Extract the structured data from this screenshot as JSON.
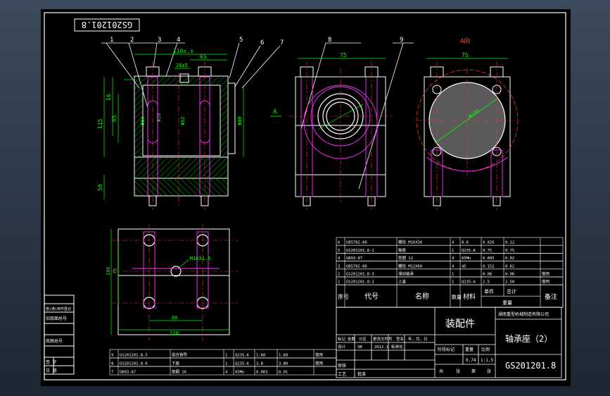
{
  "drawing_number_box": "GS201201.8",
  "part_balloons": [
    "1",
    "2",
    "3",
    "4",
    "5",
    "6",
    "7"
  ],
  "front_view": {
    "dim_top_total": "110±.s",
    "dim_top_right": "65",
    "dim_mid": "26±5",
    "dim_left_1": "16",
    "dim_left_2": "115",
    "dim_left_3": "65",
    "dim_left_bottom": "50",
    "dia_left": "Φ64",
    "dia_mid": "Φ20",
    "dia_right": "Φ62",
    "dia_far_right": "Φ80"
  },
  "side_view": {
    "balloons": [
      "8",
      "9"
    ],
    "dim_top": "75",
    "section_marker": "A"
  },
  "a_view": {
    "title": "A向",
    "dim_top": "75",
    "dia": "Φ186"
  },
  "top_view": {
    "dim_left_1": "106",
    "dim_left_2": "75",
    "hole_note": "M16X1.5",
    "dim_bottom_1": "60",
    "dim_bottom_2": "110"
  },
  "bom_upper": [
    {
      "no": "6",
      "code": "GB5782-86",
      "name": "螺栓 M16X30",
      "qty": "4",
      "material": "8.8",
      "unit": "0.026",
      "total": "0.12",
      "note": ""
    },
    {
      "no": "5",
      "code": "GS201201.8-1",
      "name": "轴座",
      "qty": "1",
      "material": "Q235-A",
      "unit": "0.75",
      "total": "0.75",
      "note": ""
    },
    {
      "no": "4",
      "code": "GB93-87",
      "name": "垫圈 12",
      "qty": "4",
      "material": "65Mn",
      "unit": "0.005",
      "total": "0.02",
      "note": ""
    },
    {
      "no": "3",
      "code": "GB5782-86",
      "name": "螺栓 M12X60",
      "qty": "4",
      "material": "45",
      "unit": "0.152",
      "total": "0.62",
      "note": ""
    },
    {
      "no": "2",
      "code": "GS201201.8-3",
      "name": "滑动轴承",
      "qty": "1",
      "material": "",
      "unit": "0.06",
      "total": "0.06",
      "note": "借用"
    },
    {
      "no": "1",
      "code": "GS201201.8-1",
      "name": "上盖",
      "qty": "1",
      "material": "Q235-A",
      "unit": "2.5",
      "total": "2.50",
      "note": "借用"
    }
  ],
  "bom_header": {
    "no": "序号",
    "code": "代号",
    "name": "名称",
    "qty": "数量",
    "material": "材料",
    "unit": "单件",
    "total": "总计",
    "mass": "重量",
    "note": "备注"
  },
  "bom_lower": [
    {
      "no": "9",
      "code": "GS201201.8-5",
      "name": "组合销导",
      "qty": "1",
      "material": "Q235-A",
      "unit": "1.68",
      "total": "1.68",
      "note": "借用"
    },
    {
      "no": "8",
      "code": "GS201201.8-6",
      "name": "下座",
      "qty": "1",
      "material": "Q235-A",
      "unit": "3.8",
      "total": "3.80",
      "note": "借用"
    },
    {
      "no": "7",
      "code": "GB93-87",
      "name": "垫圈 16",
      "qty": "4",
      "material": "65Mn",
      "unit": "0.003",
      "total": "0.01",
      "note": ""
    }
  ],
  "title_block": {
    "assembly_label": "装配件",
    "company": "湖南重型机械制造有限公司",
    "part_name": "轴承座（2）",
    "drawing_no": "GS201201.8",
    "rev_headers": [
      "标记",
      "处数",
      "分区",
      "更改文件号",
      "签名",
      "年、月、日"
    ],
    "design_row": [
      "设计",
      "SB",
      "2012.1",
      "标准化"
    ],
    "review": "审核",
    "process": "工艺",
    "approve": "批准",
    "stage_headers": [
      "阶段标记",
      "重量",
      "比例"
    ],
    "weight": "9.74",
    "scale": "1:1.5",
    "sheet_info": [
      "共",
      "张",
      "第",
      "张"
    ]
  },
  "left_strip": [
    "借(通)用件登记",
    "旧底图总号",
    "底图总号",
    "签 字",
    "日 期"
  ]
}
